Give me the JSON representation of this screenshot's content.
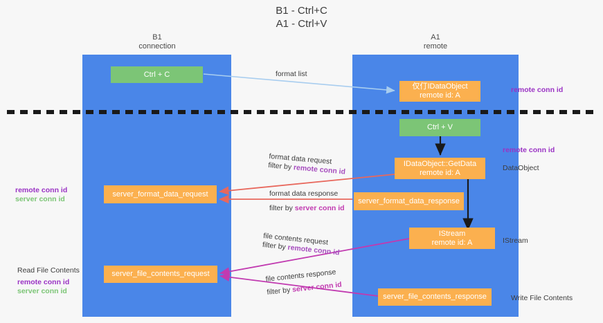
{
  "title": {
    "line1": "B1 - Ctrl+C",
    "line2": "A1 - Ctrl+V"
  },
  "lanes": [
    {
      "id": "b1",
      "name": "B1",
      "sub": "connection",
      "color": "#4a86e8"
    },
    {
      "id": "a1",
      "name": "A1",
      "sub": "remote",
      "color": "#4a86e8"
    }
  ],
  "nodes": {
    "ctrl_c": {
      "label": "Ctrl + C",
      "color": "#7cc576"
    },
    "data_object": {
      "line1": "仅仃IDataObject",
      "line2": "remote id: A",
      "color": "#fbb04f"
    },
    "ctrl_v": {
      "label": "Ctrl + V",
      "color": "#7cc576"
    },
    "get_data": {
      "line1": "IDataObject::GetData",
      "line2": "remote id: A",
      "color": "#fbb04f"
    },
    "server_format_data_request": {
      "label": "server_format_data_request",
      "color": "#fbb04f"
    },
    "server_format_data_response": {
      "label": "server_format_data_response",
      "color": "#fbb04f"
    },
    "istream": {
      "line1": "IStream",
      "line2": "remote id: A",
      "color": "#fbb04f"
    },
    "server_file_contents_request": {
      "label": "server_file_contents_request",
      "color": "#fbb04f"
    },
    "server_file_contents_response": {
      "label": "server_file_contents_response",
      "color": "#fbb04f"
    }
  },
  "edges": {
    "format_list": {
      "label": "format list",
      "color": "#a8cdef"
    },
    "format_data_request": {
      "label": "format data request",
      "filter_prefix": "filter by ",
      "filter_key": "remote conn id",
      "color": "#e8685d"
    },
    "format_data_response": {
      "label": "format data response",
      "filter_prefix": "filter by ",
      "filter_key": "server conn id",
      "color": "#e8685d"
    },
    "file_contents_request": {
      "label": "file contents request",
      "filter_prefix": "filter by ",
      "filter_key": "remote conn id",
      "color": "#c13ab0"
    },
    "file_contents_response": {
      "label": "file contents response",
      "filter_prefix": "filter by ",
      "filter_key": "server conn id",
      "color": "#c13ab0"
    }
  },
  "margins": {
    "right": [
      {
        "text": "remote conn id",
        "style": "purple"
      },
      {
        "text": "remote conn id",
        "style": "purple"
      },
      {
        "text": "DataObject",
        "style": "plain"
      },
      {
        "text": "IStream",
        "style": "plain"
      },
      {
        "text": "Write File Contents",
        "style": "plain"
      }
    ],
    "left": [
      {
        "text": "remote conn id",
        "style": "purple"
      },
      {
        "text": "server conn id",
        "style": "green"
      },
      {
        "text": "Read File Contents",
        "style": "plain"
      },
      {
        "text": "remote conn id",
        "style": "purple"
      },
      {
        "text": "server conn id",
        "style": "green"
      }
    ]
  },
  "colors": {
    "lane": "#4a86e8",
    "green_node": "#7cc576",
    "orange_node": "#fbb04f",
    "red_arrow": "#e8685d",
    "magenta_arrow": "#c13ab0",
    "light_blue_arrow": "#a8cdef",
    "divider": "#222222",
    "background": "#f7f7f7"
  }
}
